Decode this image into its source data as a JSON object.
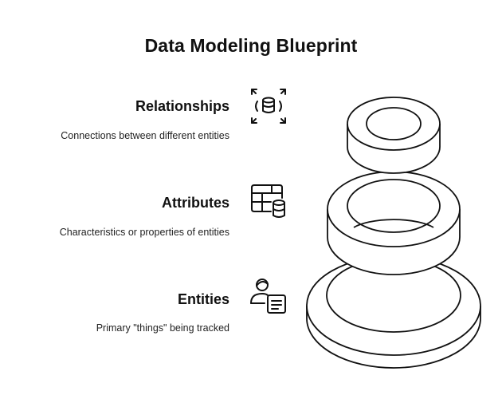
{
  "title": "Data Modeling Blueprint",
  "layers": [
    {
      "heading": "Relationships",
      "description": "Connections between different entities",
      "icon": "database-focus-icon"
    },
    {
      "heading": "Attributes",
      "description": "Characteristics or properties of entities",
      "icon": "table-database-icon"
    },
    {
      "heading": "Entities",
      "description": "Primary \"things\" being tracked",
      "icon": "user-document-icon"
    }
  ],
  "colors": {
    "stroke": "#111111",
    "fill": "#ffffff"
  }
}
